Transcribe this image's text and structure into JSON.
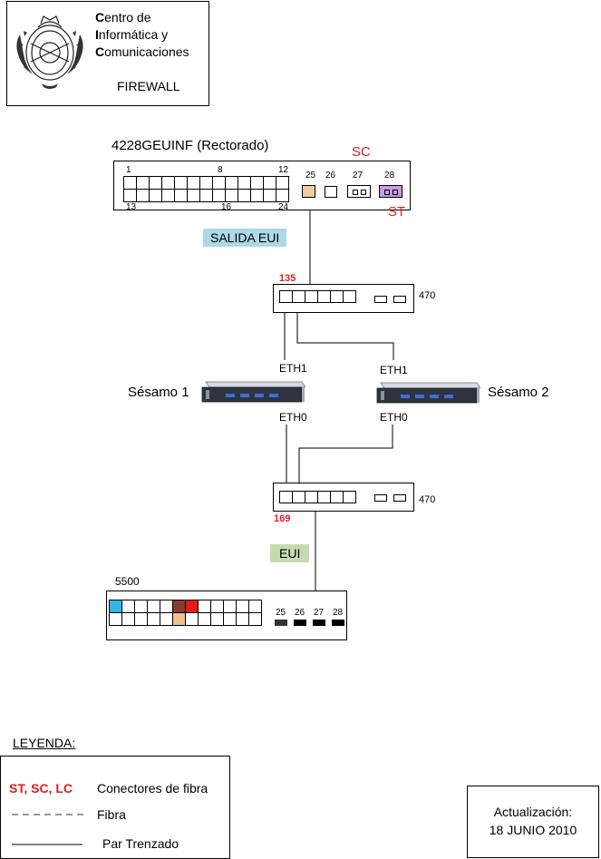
{
  "header": {
    "line1_initial": "C",
    "line1_rest": "entro de",
    "line2_initial": "I",
    "line2_rest": "nformática y",
    "line3_initial": "C",
    "line3_rest": "omunicaciones",
    "subtitle": "FIREWALL"
  },
  "switch_top": {
    "name": "4228GEUINF (Rectorado)",
    "label_sc": "SC",
    "label_st": "ST",
    "port_labels": {
      "p1": "1",
      "p8": "8",
      "p12": "12",
      "p13": "13",
      "p16": "16",
      "p24": "24",
      "p25": "25",
      "p26": "26",
      "p27": "27",
      "p28": "28"
    }
  },
  "tag_salida": "SALIDA EUI",
  "tag_eui": "EUI",
  "hub_top": {
    "name": "470",
    "port_num": "135"
  },
  "hub_bottom": {
    "name": "470",
    "port_num": "169"
  },
  "servers": {
    "s1": {
      "name": "Sésamo 1",
      "eth1": "ETH1",
      "eth0": "ETH0"
    },
    "s2": {
      "name": "Sésamo 2",
      "eth1": "ETH1",
      "eth0": "ETH0"
    }
  },
  "switch_bottom": {
    "name": "5500",
    "port_labels": {
      "p25": "25",
      "p26": "26",
      "p27": "27",
      "p28": "28"
    },
    "colors": {
      "cyan": "#33b5e5",
      "brown": "#8b3a2e",
      "red": "#e21c1c",
      "peach": "#f2c08f"
    }
  },
  "legend": {
    "title": "LEYENDA:",
    "fiber_connectors_code": "ST, SC, LC",
    "fiber_connectors": "Conectores de fibra",
    "fiber": "Fibra",
    "twisted_pair": "Par Trenzado"
  },
  "update": {
    "label": "Actualización:",
    "date": "18 JUNIO 2010"
  },
  "colors": {
    "salida_bg": "#add8e6",
    "eui_bg": "#c6dbb0",
    "accent_red": "#e21c1c",
    "port25_peach": "#f5c9a0",
    "port28_purple": "#c79be6"
  }
}
